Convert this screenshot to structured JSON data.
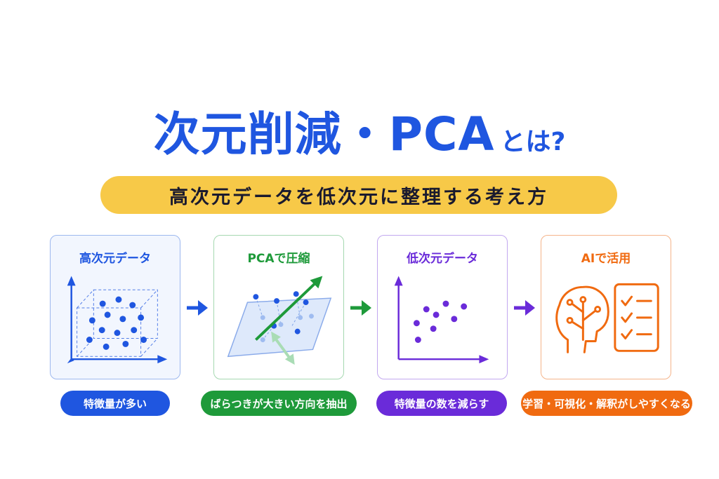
{
  "header": {
    "title_main": "次元削減・PCA",
    "title_suffix": "とは?",
    "subtitle": "高次元データを低次元に整理する考え方"
  },
  "steps": [
    {
      "title": "高次元データ",
      "caption": "特徴量が多い",
      "color": "#1f56e0",
      "bg": "#f2f6fe",
      "border": "#9db8ef"
    },
    {
      "title": "PCAで圧縮",
      "caption": "ばらつきが大きい方向を抽出",
      "color": "#1e9a3a",
      "bg": "#ffffff",
      "border": "#a5d8b0"
    },
    {
      "title": "低次元データ",
      "caption": "特徴量の数を減らす",
      "color": "#6a2bd9",
      "bg": "#ffffff",
      "border": "#c2a8ef"
    },
    {
      "title": "AIで活用",
      "caption": "学習・可視化・解釈がしやすくなる",
      "color": "#f06a10",
      "bg": "#ffffff",
      "border": "#f5b48a"
    }
  ],
  "icons": {
    "axes_3d": "3d-axes-icon",
    "projection": "pca-projection-icon",
    "axes_2d": "2d-axes-icon",
    "brain": "brain-circuit-icon",
    "checklist": "checklist-icon",
    "flow_arrow": "arrow-right-icon"
  }
}
